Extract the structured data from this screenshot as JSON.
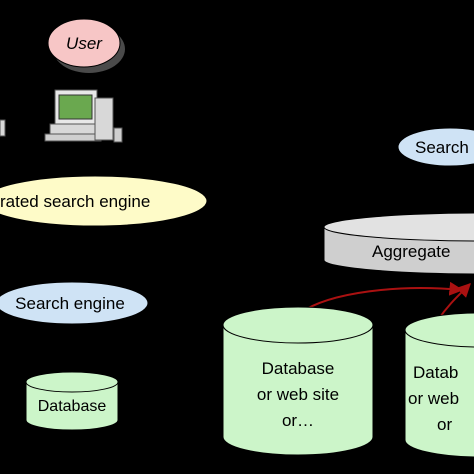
{
  "diagram": {
    "user_label": "User",
    "federated_label": "rated search engine",
    "search_engine_label": "Search engine",
    "search_partial_label": "Search",
    "aggregate_label": "Aggregate",
    "left_db_label": "Database",
    "db1_lines": [
      "Database",
      "or web site",
      "or…"
    ],
    "db2_lines": [
      "Datab",
      "or web",
      "or"
    ]
  },
  "colors": {
    "background": "#000000",
    "user_oval": "#f7c6c6",
    "federated_oval": "#fefbc8",
    "search_oval": "#cfe3f5",
    "db_fill": "#ccf5c9",
    "aggregate_fill": "#cfcfcf",
    "arrow": "#aa1111"
  },
  "icons": [
    "computer-workstation-icon",
    "partial-computer-icon"
  ]
}
